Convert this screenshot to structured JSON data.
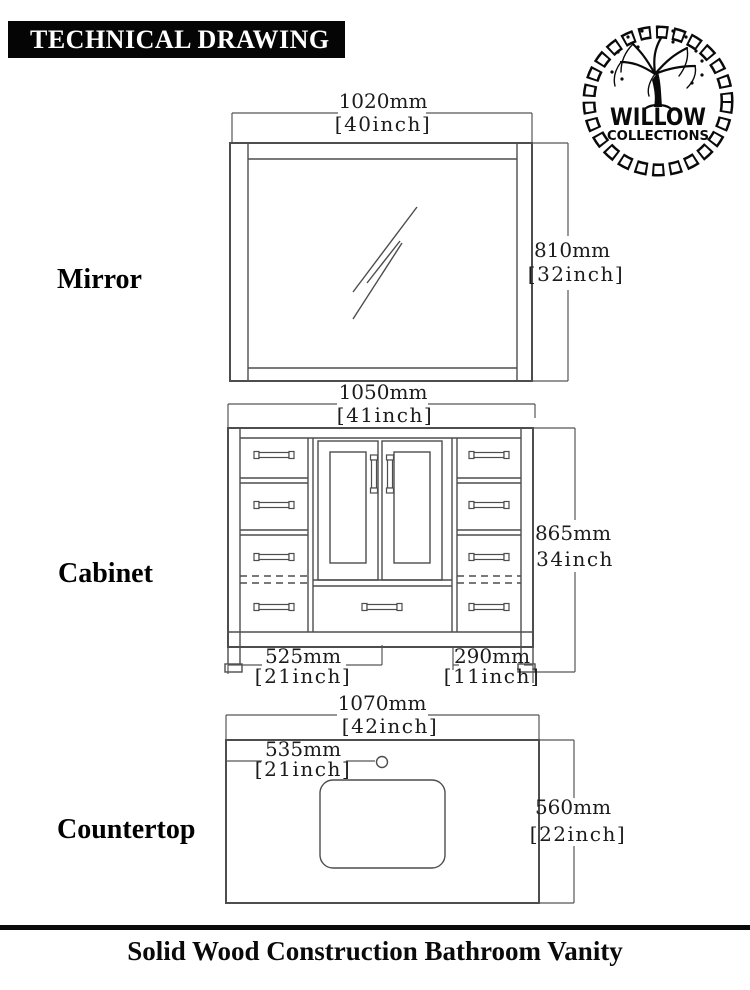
{
  "header": {
    "title": "TECHNICAL DRAWING"
  },
  "logo": {
    "brand": "WILLOW",
    "sub": "COLLECTIONS"
  },
  "sections": {
    "mirror": {
      "label": "Mirror",
      "width_mm": "1020mm",
      "width_inch": "[40inch]",
      "height_mm": "810mm",
      "height_inch": "[32inch]"
    },
    "cabinet": {
      "label": "Cabinet",
      "width_mm": "1050mm",
      "width_inch": "[41inch]",
      "height_mm": "865mm",
      "height_inch": "34inch",
      "left_span_mm": "525mm",
      "left_span_inch": "[21inch]",
      "right_span_mm": "290mm",
      "right_span_inch": "[11inch]"
    },
    "countertop": {
      "label": "Countertop",
      "width_mm": "1070mm",
      "width_inch": "[42inch]",
      "depth_mm": "560mm",
      "depth_inch": "[22inch]",
      "sink_center_mm": "535mm",
      "sink_center_inch": "[21inch]"
    }
  },
  "footer": {
    "caption": "Solid Wood Construction Bathroom Vanity"
  },
  "colors": {
    "line": "#4d4d4d",
    "text": "#1c1c1c",
    "header_bg": "#050505",
    "footer_bar": "#0a0a0a"
  }
}
